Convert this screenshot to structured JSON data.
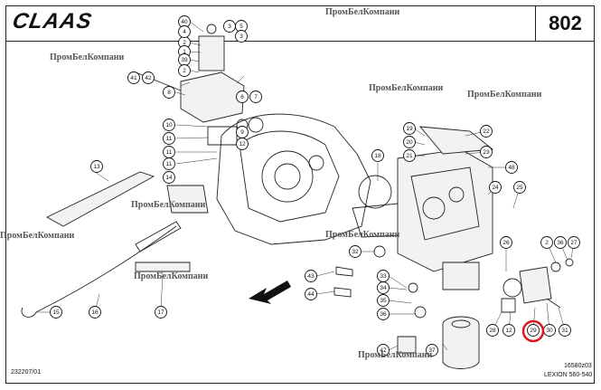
{
  "brand": "CLAAS",
  "page_number": "802",
  "watermarks": [
    "ПромБелКомпани",
    "ПромБелКомпани",
    "ПромБелКомпани",
    "ПромБелКомпани",
    "ПромБелКомпани",
    "ПромБелКомпани",
    "ПромБелКомпани",
    "ПромБелКомпани",
    "ПромБелКомпани"
  ],
  "footer": {
    "left_code": "232207/01",
    "drawing_number": "16580z03",
    "model": "LEXION 560-540"
  },
  "callouts": [
    "40",
    "2",
    "3",
    "5",
    "1",
    "39",
    "2",
    "41",
    "42",
    "8",
    "6",
    "7",
    "10",
    "9",
    "11",
    "12",
    "11",
    "11",
    "14",
    "13",
    "15",
    "16",
    "17",
    "19",
    "20",
    "21",
    "22",
    "23",
    "48",
    "18",
    "24",
    "25",
    "26",
    "2",
    "36",
    "27",
    "32",
    "43",
    "44",
    "33",
    "34",
    "35",
    "36",
    "28",
    "12",
    "29",
    "30",
    "31",
    "47",
    "37",
    "4",
    "3"
  ],
  "highlight_color": "#e0141e"
}
